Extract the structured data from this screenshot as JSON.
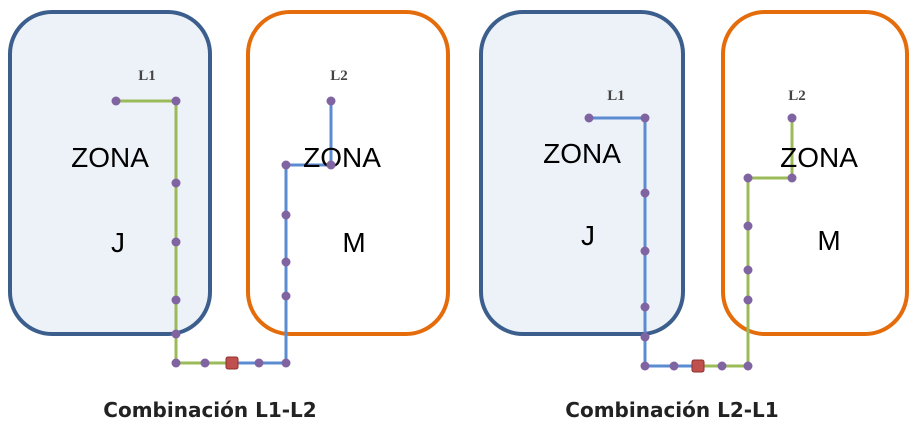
{
  "colors": {
    "zone_j_border": "#3b5e8c",
    "zone_j_fill": "#edf2f9",
    "zone_m_border": "#e46c0a",
    "path_l1": "#9bbb59",
    "path_l2": "#5b8bd0",
    "node": "#8064a2",
    "center_node": "#c0504d"
  },
  "panels": [
    {
      "zone_j": {
        "line1": "ZONA",
        "line2": "J"
      },
      "zone_m": {
        "line1": "ZONA",
        "line2": "M"
      },
      "label_l1": "L1",
      "label_l2": "L2",
      "caption": "Combinación L1-L2"
    },
    {
      "zone_j": {
        "line1": "ZONA",
        "line2": "J"
      },
      "zone_m": {
        "line1": "ZONA",
        "line2": "M"
      },
      "label_l1": "L1",
      "label_l2": "L2",
      "caption": "Combinación L2-L1"
    }
  ]
}
